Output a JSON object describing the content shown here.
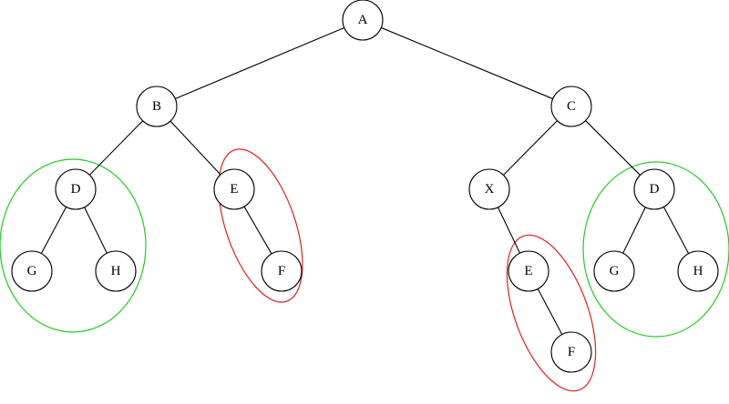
{
  "diagram": {
    "type": "tree",
    "nodes": [
      {
        "id": "n_A",
        "label": "A"
      },
      {
        "id": "n_B",
        "label": "B"
      },
      {
        "id": "n_C",
        "label": "C"
      },
      {
        "id": "n_D1",
        "label": "D"
      },
      {
        "id": "n_E1",
        "label": "E"
      },
      {
        "id": "n_G1",
        "label": "G"
      },
      {
        "id": "n_H1",
        "label": "H"
      },
      {
        "id": "n_F1",
        "label": "F"
      },
      {
        "id": "n_X",
        "label": "X"
      },
      {
        "id": "n_D2",
        "label": "D"
      },
      {
        "id": "n_E2",
        "label": "E"
      },
      {
        "id": "n_F2",
        "label": "F"
      },
      {
        "id": "n_G2",
        "label": "G"
      },
      {
        "id": "n_H2",
        "label": "H"
      }
    ],
    "edges": [
      [
        "n_A",
        "n_B"
      ],
      [
        "n_A",
        "n_C"
      ],
      [
        "n_B",
        "n_D1"
      ],
      [
        "n_B",
        "n_E1"
      ],
      [
        "n_D1",
        "n_G1"
      ],
      [
        "n_D1",
        "n_H1"
      ],
      [
        "n_E1",
        "n_F1"
      ],
      [
        "n_C",
        "n_X"
      ],
      [
        "n_C",
        "n_D2"
      ],
      [
        "n_X",
        "n_E2"
      ],
      [
        "n_E2",
        "n_F2"
      ],
      [
        "n_D2",
        "n_G2"
      ],
      [
        "n_D2",
        "n_H2"
      ]
    ],
    "groups": [
      {
        "id": "group-d-subtree-left",
        "nodes": [
          "n_D1",
          "n_G1",
          "n_H1"
        ],
        "color": "#22cc22"
      },
      {
        "id": "group-ef-subtree-left",
        "nodes": [
          "n_E1",
          "n_F1"
        ],
        "color": "#e02020"
      },
      {
        "id": "group-ef-subtree-right",
        "nodes": [
          "n_E2",
          "n_F2"
        ],
        "color": "#e02020"
      },
      {
        "id": "group-d-subtree-right",
        "nodes": [
          "n_D2",
          "n_G2",
          "n_H2"
        ],
        "color": "#22cc22"
      }
    ]
  }
}
